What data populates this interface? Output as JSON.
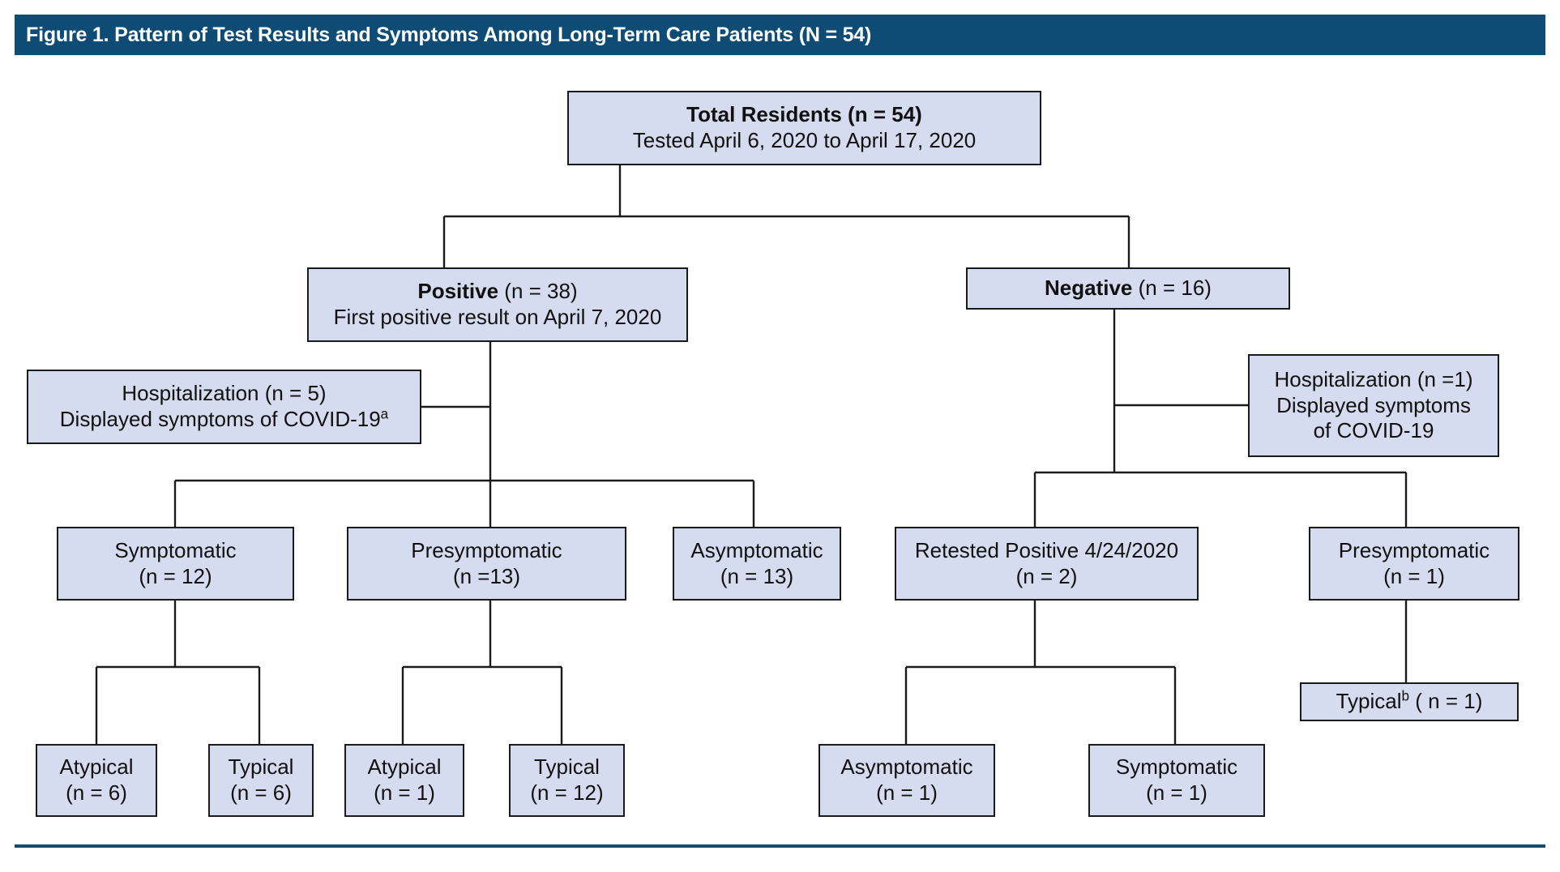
{
  "figure": {
    "banner_title": "Figure 1. Pattern of Test Results and Symptoms Among Long-Term Care Patients (N = 54)",
    "banner_color": "#0f4c75",
    "box_fill": "#d6dcef",
    "box_stroke": "#1a1a1a",
    "rule_color": "#15496e"
  },
  "nodes": {
    "total": {
      "line1": "Total Residents (n = 54)",
      "line2": "Tested April 6, 2020 to April 17, 2020"
    },
    "positive": {
      "line1_bold": "Positive",
      "line1_rest": " (n = 38)",
      "line2": "First positive result on April 7, 2020"
    },
    "negative": {
      "line1_bold": "Negative",
      "line1_rest": " (n = 16)"
    },
    "hosp_pos": {
      "line1": "Hospitalization (n = 5)",
      "line2": "Displayed symptoms of COVID-19",
      "line2_sup": "a"
    },
    "hosp_neg": {
      "line1": "Hospitalization (n =1)",
      "line2": "Displayed symptoms",
      "line3": "of COVID-19"
    },
    "symptomatic_pos": {
      "line1": "Symptomatic",
      "line2": "(n = 12)"
    },
    "presymptomatic_pos": {
      "line1": "Presymptomatic",
      "line2": "(n =13)"
    },
    "asymptomatic_pos": {
      "line1": "Asymptomatic",
      "line2": "(n = 13)"
    },
    "retested_positive": {
      "line1": "Retested Positive 4/24/2020",
      "line2": "(n = 2)"
    },
    "presymptomatic_neg": {
      "line1": "Presymptomatic",
      "line2": "(n = 1)"
    },
    "typical_neg": {
      "line1": "Typical",
      "line1_sup": "b",
      "line1_rest": " ( n = 1)"
    },
    "atypical_sym": {
      "line1": "Atypical",
      "line2": "(n = 6)"
    },
    "typical_sym": {
      "line1": "Typical",
      "line2": "(n = 6)"
    },
    "atypical_presym": {
      "line1": "Atypical",
      "line2": "(n = 1)"
    },
    "typical_presym": {
      "line1": "Typical",
      "line2": "(n = 12)"
    },
    "asymptomatic_retest": {
      "line1": "Asymptomatic",
      "line2": "(n = 1)"
    },
    "symptomatic_retest": {
      "line1": "Symptomatic",
      "line2": "(n = 1)"
    }
  }
}
